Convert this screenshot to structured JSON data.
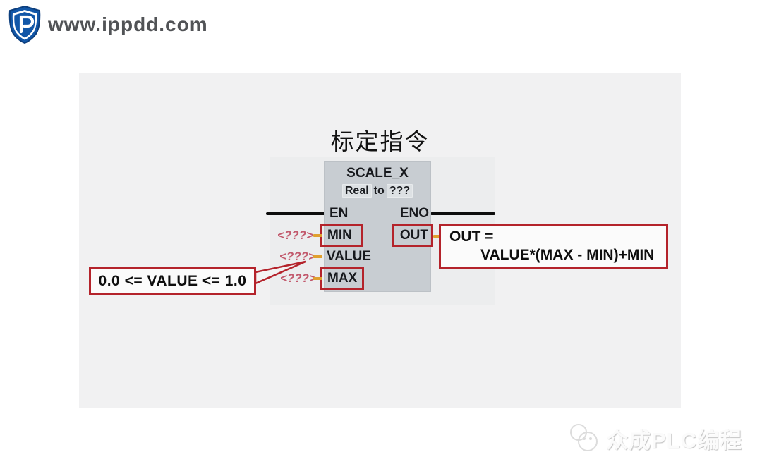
{
  "header": {
    "site_url": "www.ippdd.com",
    "logo_icon": "shield-p-logo",
    "logo_color": "#1257a8"
  },
  "diagram": {
    "title": "标定指令",
    "block": {
      "name": "SCALE_X",
      "type_from": "Real",
      "type_connector": "to",
      "type_to": "???",
      "pins": {
        "en": "EN",
        "eno": "ENO",
        "min": {
          "label": "MIN",
          "operand": "<???>"
        },
        "value": {
          "label": "VALUE",
          "operand": "<???>"
        },
        "max": {
          "label": "MAX",
          "operand": "<???>"
        },
        "out": {
          "label": "OUT"
        }
      }
    },
    "annotations": {
      "value_range": "0.0 <= VALUE <= 1.0",
      "formula_line1": "OUT =",
      "formula_line2": "VALUE*(MAX - MIN)+MIN"
    },
    "colors": {
      "highlight_red": "#b4232b",
      "operand_pink": "#c25a6d",
      "connector_orange": "#e0a02e",
      "block_gray": "#c8cdd2",
      "panel_gray": "#f1f1f2"
    }
  },
  "footer": {
    "watermark_text": "众成PLC编程",
    "watermark_icon": "panda-logo"
  }
}
